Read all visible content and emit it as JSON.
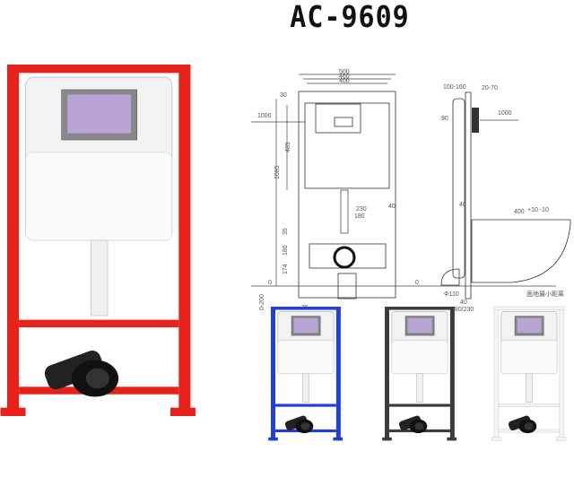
{
  "title": "AC-9609",
  "main_photo": {
    "frame_color": "#e8221b",
    "cistern_color": "#f2f2f2",
    "plate_color": "#b9a4d6"
  },
  "front_drawing": {
    "widths": [
      "500",
      "460",
      "400"
    ],
    "labels": {
      "top_offset": "30",
      "height_total": "1085",
      "plate_height": "485",
      "level_1000": "1000",
      "level_0": "0",
      "w230": "230",
      "w180": "180",
      "d35": "35",
      "d180": "180",
      "d174": "174",
      "range": "0-200",
      "foot": "75",
      "side": "40"
    }
  },
  "side_drawing": {
    "labels": {
      "depth_range": "100-160",
      "plate_range": "20-70",
      "d90": "90",
      "level_1000": "1000",
      "d40": "40",
      "bowl_height": "400",
      "bowl_tol": "+10 -10",
      "level_0": "0",
      "pipe": "Φ110",
      "d40b": "40",
      "base": "180/230",
      "note": "面地最小距离"
    }
  },
  "variants": [
    {
      "name": "blue",
      "color": "#1f3fd6"
    },
    {
      "name": "dark-gray",
      "color": "#3c3c40"
    },
    {
      "name": "white",
      "color": "#f4f4f4"
    }
  ]
}
